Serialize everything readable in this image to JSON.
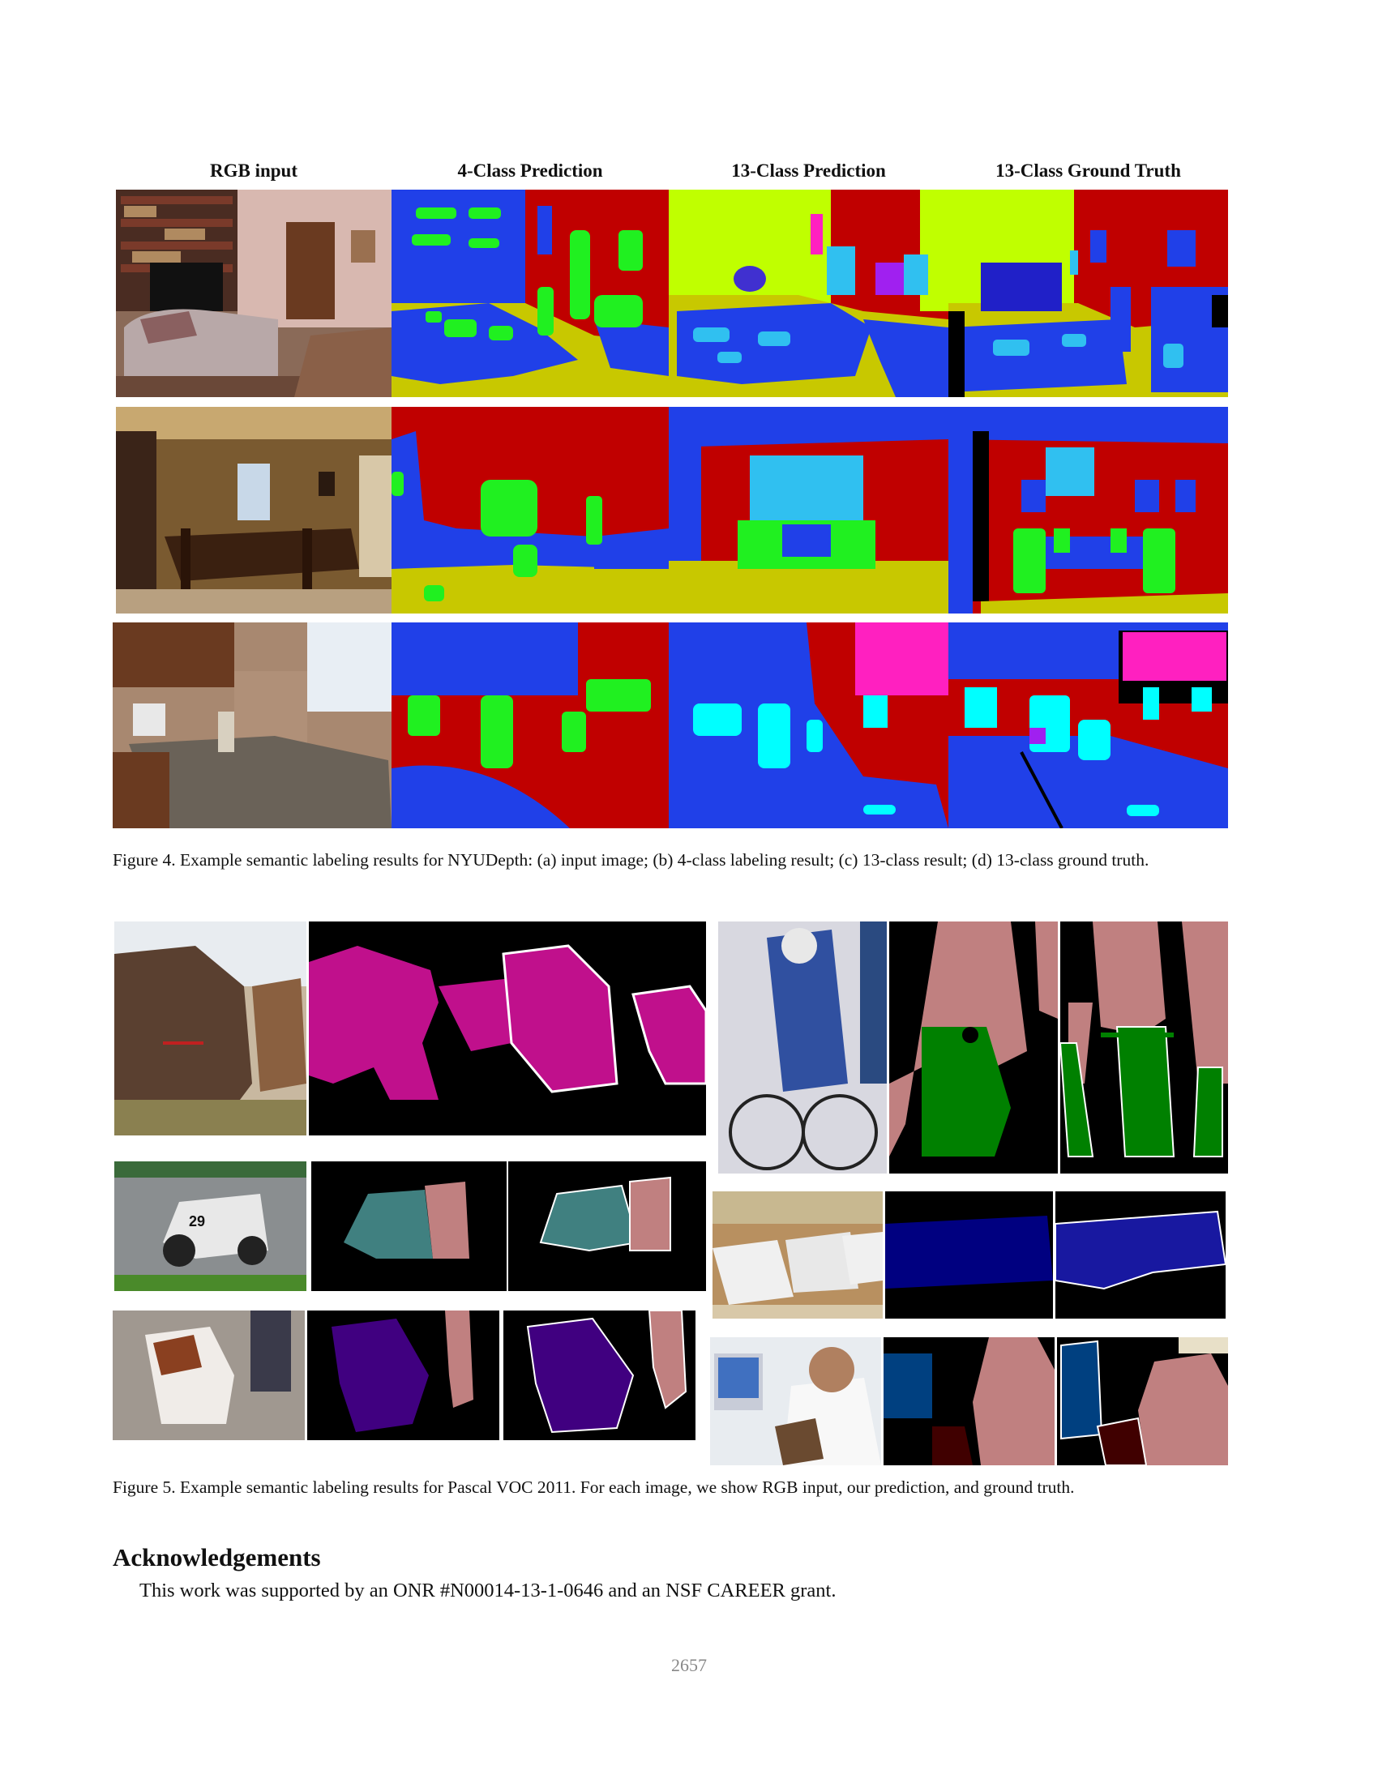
{
  "figure4": {
    "column_headers": [
      "RGB input",
      "4-Class Prediction",
      "13-Class Prediction",
      "13-Class Ground Truth"
    ],
    "caption": "Figure 4. Example semantic labeling results for NYUDepth: (a) input image; (b) 4-class labeling result; (c) 13-class result; (d) 13-class ground truth."
  },
  "figure5": {
    "caption": "Figure 5. Example semantic labeling results for Pascal VOC 2011. For each image, we show RGB input, our prediction, and ground truth.",
    "overlay_text": {
      "bike_number": "29"
    }
  },
  "section": {
    "heading": "Acknowledgements",
    "body": "This work was supported by an ONR #N00014-13-1-0646 and an NSF CAREER grant."
  },
  "page_number": "2657",
  "colors": {
    "label_red": "#c00000",
    "label_blue": "#2040e8",
    "label_green": "#20f020",
    "label_yellow": "#c8c800",
    "label_lime": "#c0ff00",
    "label_cyan": "#30c0f0",
    "label_aqua": "#00ffff",
    "label_magenta": "#ff20c0",
    "label_purple": "#a020f0",
    "label_navy": "#2020c8",
    "voc_horse": "#c0108c",
    "voc_person": "#c08080",
    "voc_bike": "#008000",
    "voc_motorbike": "#408080",
    "voc_boat": "#000080",
    "voc_dog": "#400080",
    "voc_monitor": "#004080",
    "voc_cat": "#400000"
  }
}
